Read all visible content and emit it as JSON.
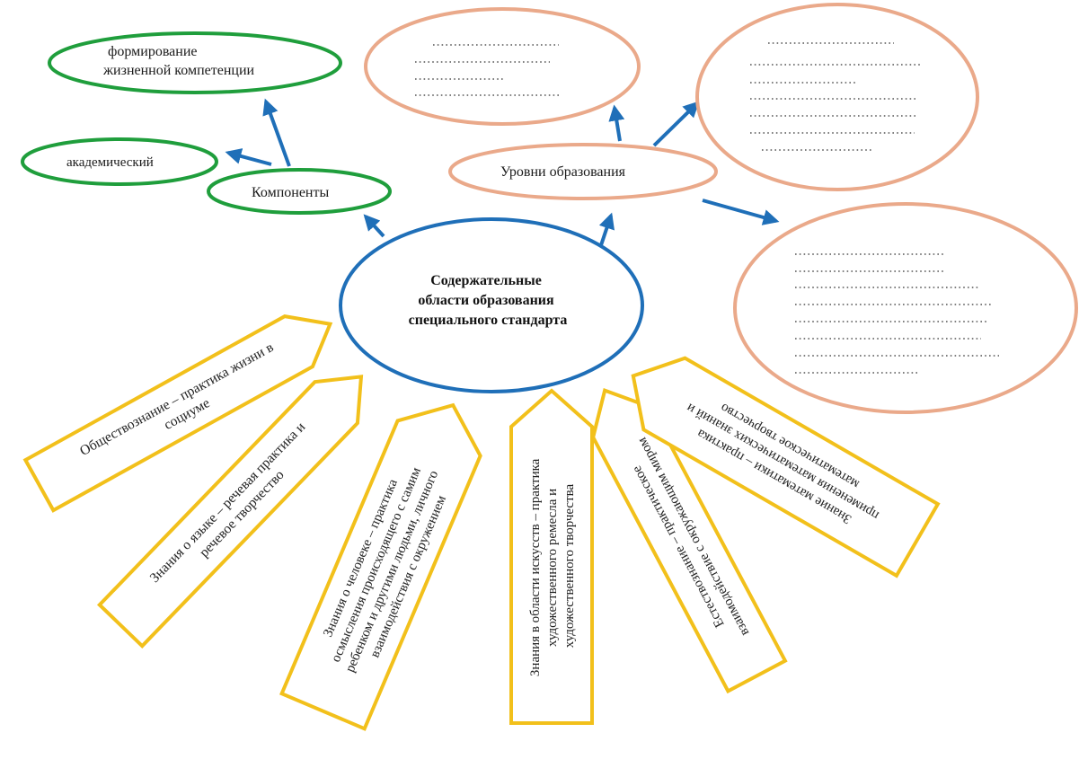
{
  "center": {
    "lines": [
      "Содержательные",
      "области образования",
      "специального стандарта"
    ]
  },
  "components": {
    "label": "Компоненты",
    "items": [
      {
        "lines": [
          "формирование",
          "жизненной компетенции"
        ]
      },
      {
        "lines": [
          "академический"
        ]
      }
    ]
  },
  "levels": {
    "label": "Уровни образования"
  },
  "areas": [
    {
      "lines": [
        "Обществознание – практика жизни в",
        "социуме"
      ]
    },
    {
      "lines": [
        "Знания о языке – речевая практика и",
        "речевое творчество"
      ]
    },
    {
      "lines": [
        "Знания о человеке – практика",
        "осмысления происходящего с самим",
        "ребенком и другими людьми, личного",
        "взаимодействия с окружением"
      ]
    },
    {
      "lines": [
        "Знания в области искусств – практика",
        "художественного ремесла и",
        "художественного творчества"
      ]
    },
    {
      "lines": [
        "Естествознание – практическое",
        "взаимодействие с окружающим миром"
      ]
    },
    {
      "lines": [
        "Знание математики – практика",
        "применения математических знаний и",
        "математическое творчество"
      ]
    }
  ],
  "colors": {
    "center_stroke": "#1f6fb8",
    "component_stroke": "#1f9e3c",
    "level_stroke": "#eaa98a",
    "area_stroke": "#f2c01b",
    "arrow": "#1f6fb8"
  }
}
